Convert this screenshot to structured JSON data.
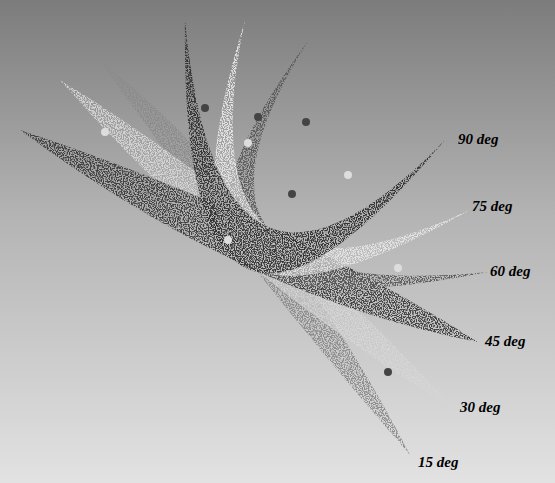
{
  "diagram": {
    "labels": [
      "90 deg",
      "75 deg",
      "60 deg",
      "45 deg",
      "30 deg",
      "15 deg"
    ]
  }
}
